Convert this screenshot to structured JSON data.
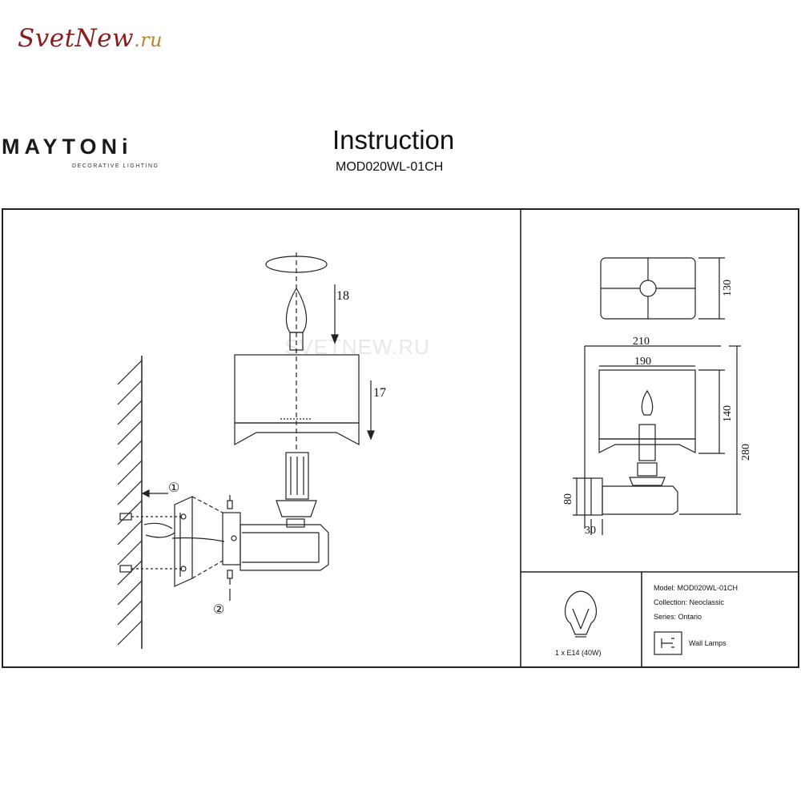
{
  "watermark_logo": {
    "main": "SvetNew",
    "tld": ".ru"
  },
  "brand": {
    "name": "MAYTONi",
    "tagline": "DECORATIVE LIGHTING"
  },
  "header": {
    "title": "Instruction",
    "model": "MOD020WL-01CH"
  },
  "site_watermark": "SVETNEW.RU",
  "assembly": {
    "callouts": [
      "18",
      "17",
      "①",
      "②"
    ]
  },
  "dimensions": {
    "shade_depth": "130",
    "overall_width": "210",
    "shade_width": "190",
    "shade_height": "140",
    "overall_height": "280",
    "base_height": "80",
    "base_depth": "30"
  },
  "bulb": {
    "label": "1 x E14 (40W)",
    "icon": "bulb-icon"
  },
  "specs": {
    "model": "Model: MOD020WL-01CH",
    "collection": "Collection: Neoclassic",
    "series": "Series: Ontario",
    "category": "Wall Lamps",
    "category_icon": "wall-lamp-icon"
  }
}
